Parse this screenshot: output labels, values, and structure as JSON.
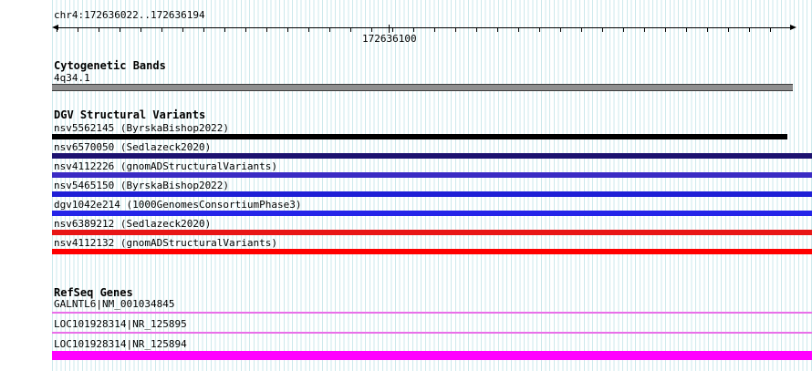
{
  "header": {
    "region": "chr4:172636022..172636194",
    "ruler_label": "172636100"
  },
  "cytogenetic": {
    "title": "Cytogenetic Bands",
    "band": {
      "label": "4q34.1",
      "color": "#8f8f8f"
    }
  },
  "dgv": {
    "title": "DGV Structural Variants",
    "variants": [
      {
        "label": "nsv5562145 (ByrskaBishop2022)",
        "color": "#000000"
      },
      {
        "label": "nsv6570050 (Sedlazeck2020)",
        "color": "#1c1270"
      },
      {
        "label": "nsv4112226 (gnomADStructuralVariants)",
        "color": "#3a2bc4"
      },
      {
        "label": "nsv5465150 (ByrskaBishop2022)",
        "color": "#1f1fd6"
      },
      {
        "label": "dgv1042e214 (1000GenomesConsortiumPhase3)",
        "color": "#2424e8"
      },
      {
        "label": "nsv6389212 (Sedlazeck2020)",
        "color": "#e81616"
      },
      {
        "label": "nsv4112132 (gnomADStructuralVariants)",
        "color": "#ff0000"
      }
    ]
  },
  "refseq": {
    "title": "RefSeq Genes",
    "genes": [
      {
        "label": "GALNTL6|NM_001034845",
        "color": "#e96fe9"
      },
      {
        "label": "LOC101928314|NR_125895",
        "color": "#e96fe9"
      },
      {
        "label": "LOC101928314|NR_125894",
        "color": "#ff00ff"
      }
    ]
  }
}
